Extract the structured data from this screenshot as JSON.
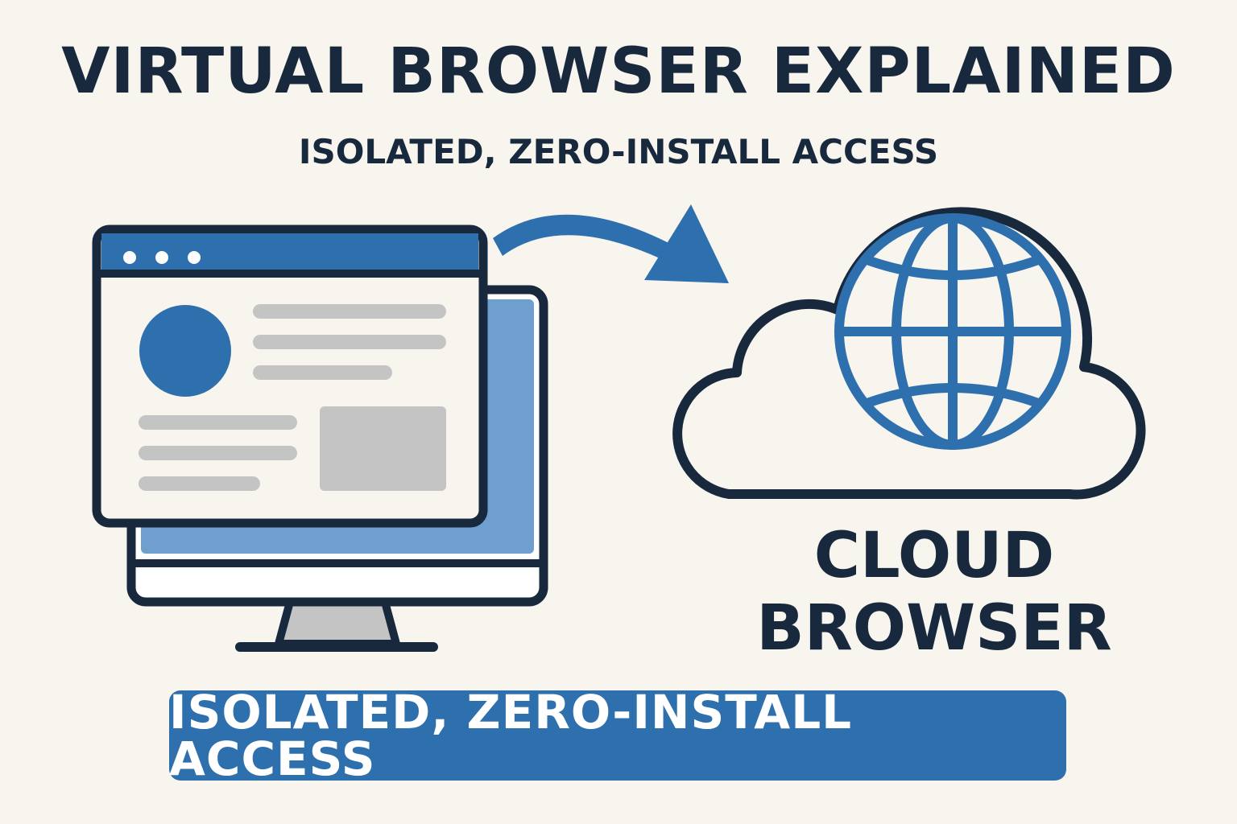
{
  "header": {
    "title": "VIRTUAL BROWSER EXPLAINED",
    "subtitle": "ISOLATED, ZERO-INSTALL ACCESS"
  },
  "cloud": {
    "label_line1": "CLOUD",
    "label_line2": "BROWSER"
  },
  "banner": {
    "text": "ISOLATED, ZERO-INSTALL ACCESS"
  },
  "colors": {
    "primary_blue": "#2e6fae",
    "light_blue": "#6e9fcf",
    "dark_navy": "#18283d",
    "gray": "#c4c4c4",
    "background": "#f8f5ef"
  },
  "icons": {
    "monitor": "desktop-monitor-icon",
    "browser_window": "browser-window-icon",
    "arrow": "curved-arrow-icon",
    "cloud": "cloud-icon",
    "globe": "globe-icon"
  }
}
